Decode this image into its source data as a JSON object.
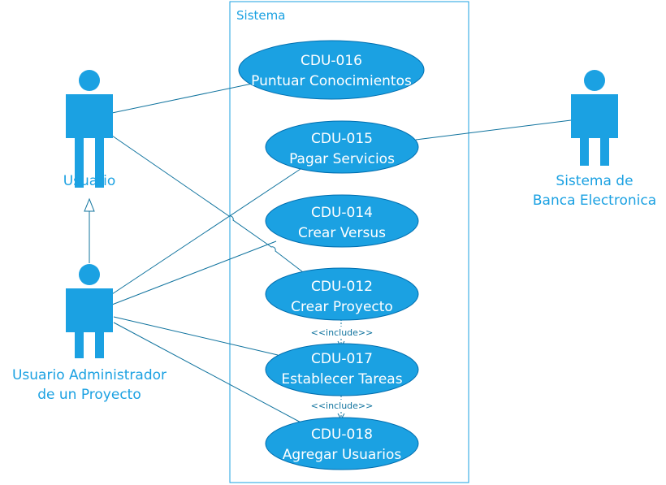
{
  "system": {
    "title": "Sistema"
  },
  "actors": [
    {
      "id": "usuario",
      "lines": [
        "Usuario"
      ]
    },
    {
      "id": "admin",
      "lines": [
        "Usuario Administrador",
        "de un Proyecto"
      ]
    },
    {
      "id": "banca",
      "lines": [
        "Sistema de",
        "Banca Electronica"
      ]
    }
  ],
  "use_cases": [
    {
      "id": "cdu-016",
      "code": "CDU-016",
      "name": "Puntuar Conocimientos"
    },
    {
      "id": "cdu-015",
      "code": "CDU-015",
      "name": "Pagar Servicios"
    },
    {
      "id": "cdu-014",
      "code": "CDU-014",
      "name": "Crear Versus"
    },
    {
      "id": "cdu-012",
      "code": "CDU-012",
      "name": "Crear Proyecto"
    },
    {
      "id": "cdu-017",
      "code": "CDU-017",
      "name": "Establecer Tareas"
    },
    {
      "id": "cdu-018",
      "code": "CDU-018",
      "name": "Agregar Usuarios"
    }
  ],
  "includes": [
    {
      "from": "cdu-012",
      "to": "cdu-017",
      "label": "<<include>>"
    },
    {
      "from": "cdu-017",
      "to": "cdu-018",
      "label": "<<include>>"
    }
  ],
  "associations": [
    {
      "actor": "usuario",
      "use_case": "cdu-016"
    },
    {
      "actor": "usuario",
      "use_case": "cdu-012"
    },
    {
      "actor": "banca",
      "use_case": "cdu-015"
    },
    {
      "actor": "admin",
      "use_case": "cdu-015"
    },
    {
      "actor": "admin",
      "use_case": "cdu-014"
    },
    {
      "actor": "admin",
      "use_case": "cdu-017"
    },
    {
      "actor": "admin",
      "use_case": "cdu-018"
    }
  ],
  "generalization": {
    "child": "admin",
    "parent": "usuario"
  },
  "colors": {
    "actor_fill": "#1ba1e2",
    "use_case_fill": "#1ba1e2",
    "use_case_stroke": "#006eaf",
    "line": "#10739e",
    "text_on_fill": "#ffffff",
    "label": "#1ba1e2"
  }
}
